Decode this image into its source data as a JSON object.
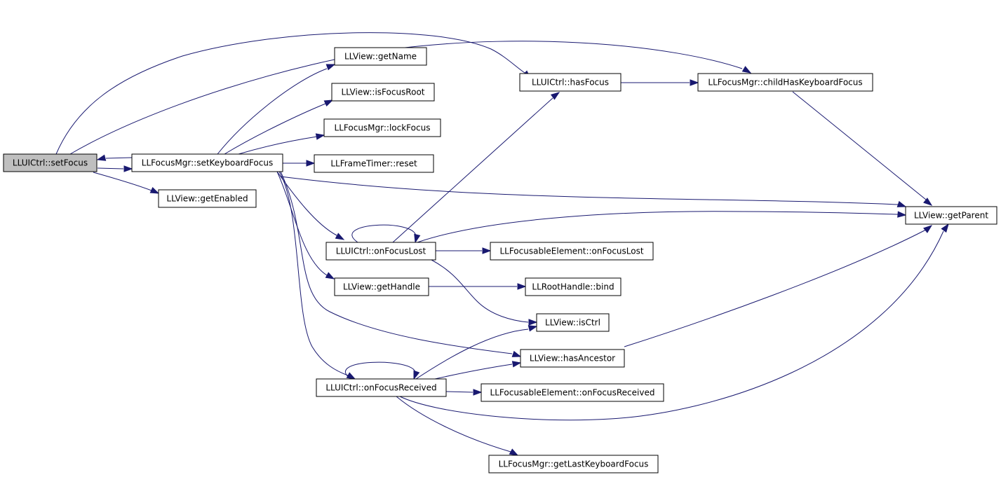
{
  "colors": {
    "edge": "#191970",
    "node_border": "#000000",
    "root_fill": "#bfbfbf",
    "node_fill": "#ffffff"
  },
  "nodes": [
    {
      "id": "setFocus",
      "label": "LLUICtrl::setFocus",
      "root": true
    },
    {
      "id": "setKeyboardFocus",
      "label": "LLFocusMgr::setKeyboardFocus"
    },
    {
      "id": "getEnabled",
      "label": "LLView::getEnabled"
    },
    {
      "id": "getName",
      "label": "LLView::getName"
    },
    {
      "id": "isFocusRoot",
      "label": "LLView::isFocusRoot"
    },
    {
      "id": "lockFocus",
      "label": "LLFocusMgr::lockFocus"
    },
    {
      "id": "reset",
      "label": "LLFrameTimer::reset"
    },
    {
      "id": "hasFocus",
      "label": "LLUICtrl::hasFocus"
    },
    {
      "id": "childHasKeyboardFocus",
      "label": "LLFocusMgr::childHasKeyboardFocus"
    },
    {
      "id": "getParent",
      "label": "LLView::getParent"
    },
    {
      "id": "onFocusLost",
      "label": "LLUICtrl::onFocusLost"
    },
    {
      "id": "feOnFocusLost",
      "label": "LLFocusableElement::onFocusLost"
    },
    {
      "id": "getHandle",
      "label": "LLView::getHandle"
    },
    {
      "id": "bind",
      "label": "LLRootHandle::bind"
    },
    {
      "id": "isCtrl",
      "label": "LLView::isCtrl"
    },
    {
      "id": "hasAncestor",
      "label": "LLView::hasAncestor"
    },
    {
      "id": "onFocusReceived",
      "label": "LLUICtrl::onFocusReceived"
    },
    {
      "id": "feOnFocusReceived",
      "label": "LLFocusableElement::onFocusReceived"
    },
    {
      "id": "getLastKeyboardFocus",
      "label": "LLFocusMgr::getLastKeyboardFocus"
    }
  ],
  "edges": [
    {
      "from": "setFocus",
      "to": "setKeyboardFocus"
    },
    {
      "from": "setFocus",
      "to": "getEnabled"
    },
    {
      "from": "setFocus",
      "to": "hasFocus"
    },
    {
      "from": "setFocus",
      "to": "childHasKeyboardFocus"
    },
    {
      "from": "setKeyboardFocus",
      "to": "setFocus"
    },
    {
      "from": "setKeyboardFocus",
      "to": "getName"
    },
    {
      "from": "setKeyboardFocus",
      "to": "isFocusRoot"
    },
    {
      "from": "setKeyboardFocus",
      "to": "lockFocus"
    },
    {
      "from": "setKeyboardFocus",
      "to": "reset"
    },
    {
      "from": "setKeyboardFocus",
      "to": "getParent"
    },
    {
      "from": "setKeyboardFocus",
      "to": "onFocusLost"
    },
    {
      "from": "setKeyboardFocus",
      "to": "getHandle"
    },
    {
      "from": "setKeyboardFocus",
      "to": "hasAncestor"
    },
    {
      "from": "setKeyboardFocus",
      "to": "onFocusReceived"
    },
    {
      "from": "hasFocus",
      "to": "childHasKeyboardFocus"
    },
    {
      "from": "childHasKeyboardFocus",
      "to": "getParent"
    },
    {
      "from": "onFocusLost",
      "to": "onFocusLost"
    },
    {
      "from": "onFocusLost",
      "to": "hasFocus"
    },
    {
      "from": "onFocusLost",
      "to": "getParent"
    },
    {
      "from": "onFocusLost",
      "to": "feOnFocusLost"
    },
    {
      "from": "onFocusLost",
      "to": "isCtrl"
    },
    {
      "from": "getHandle",
      "to": "bind"
    },
    {
      "from": "hasAncestor",
      "to": "getParent"
    },
    {
      "from": "onFocusReceived",
      "to": "onFocusReceived"
    },
    {
      "from": "onFocusReceived",
      "to": "isCtrl"
    },
    {
      "from": "onFocusReceived",
      "to": "hasAncestor"
    },
    {
      "from": "onFocusReceived",
      "to": "feOnFocusReceived"
    },
    {
      "from": "onFocusReceived",
      "to": "getParent"
    },
    {
      "from": "onFocusReceived",
      "to": "getLastKeyboardFocus"
    }
  ]
}
